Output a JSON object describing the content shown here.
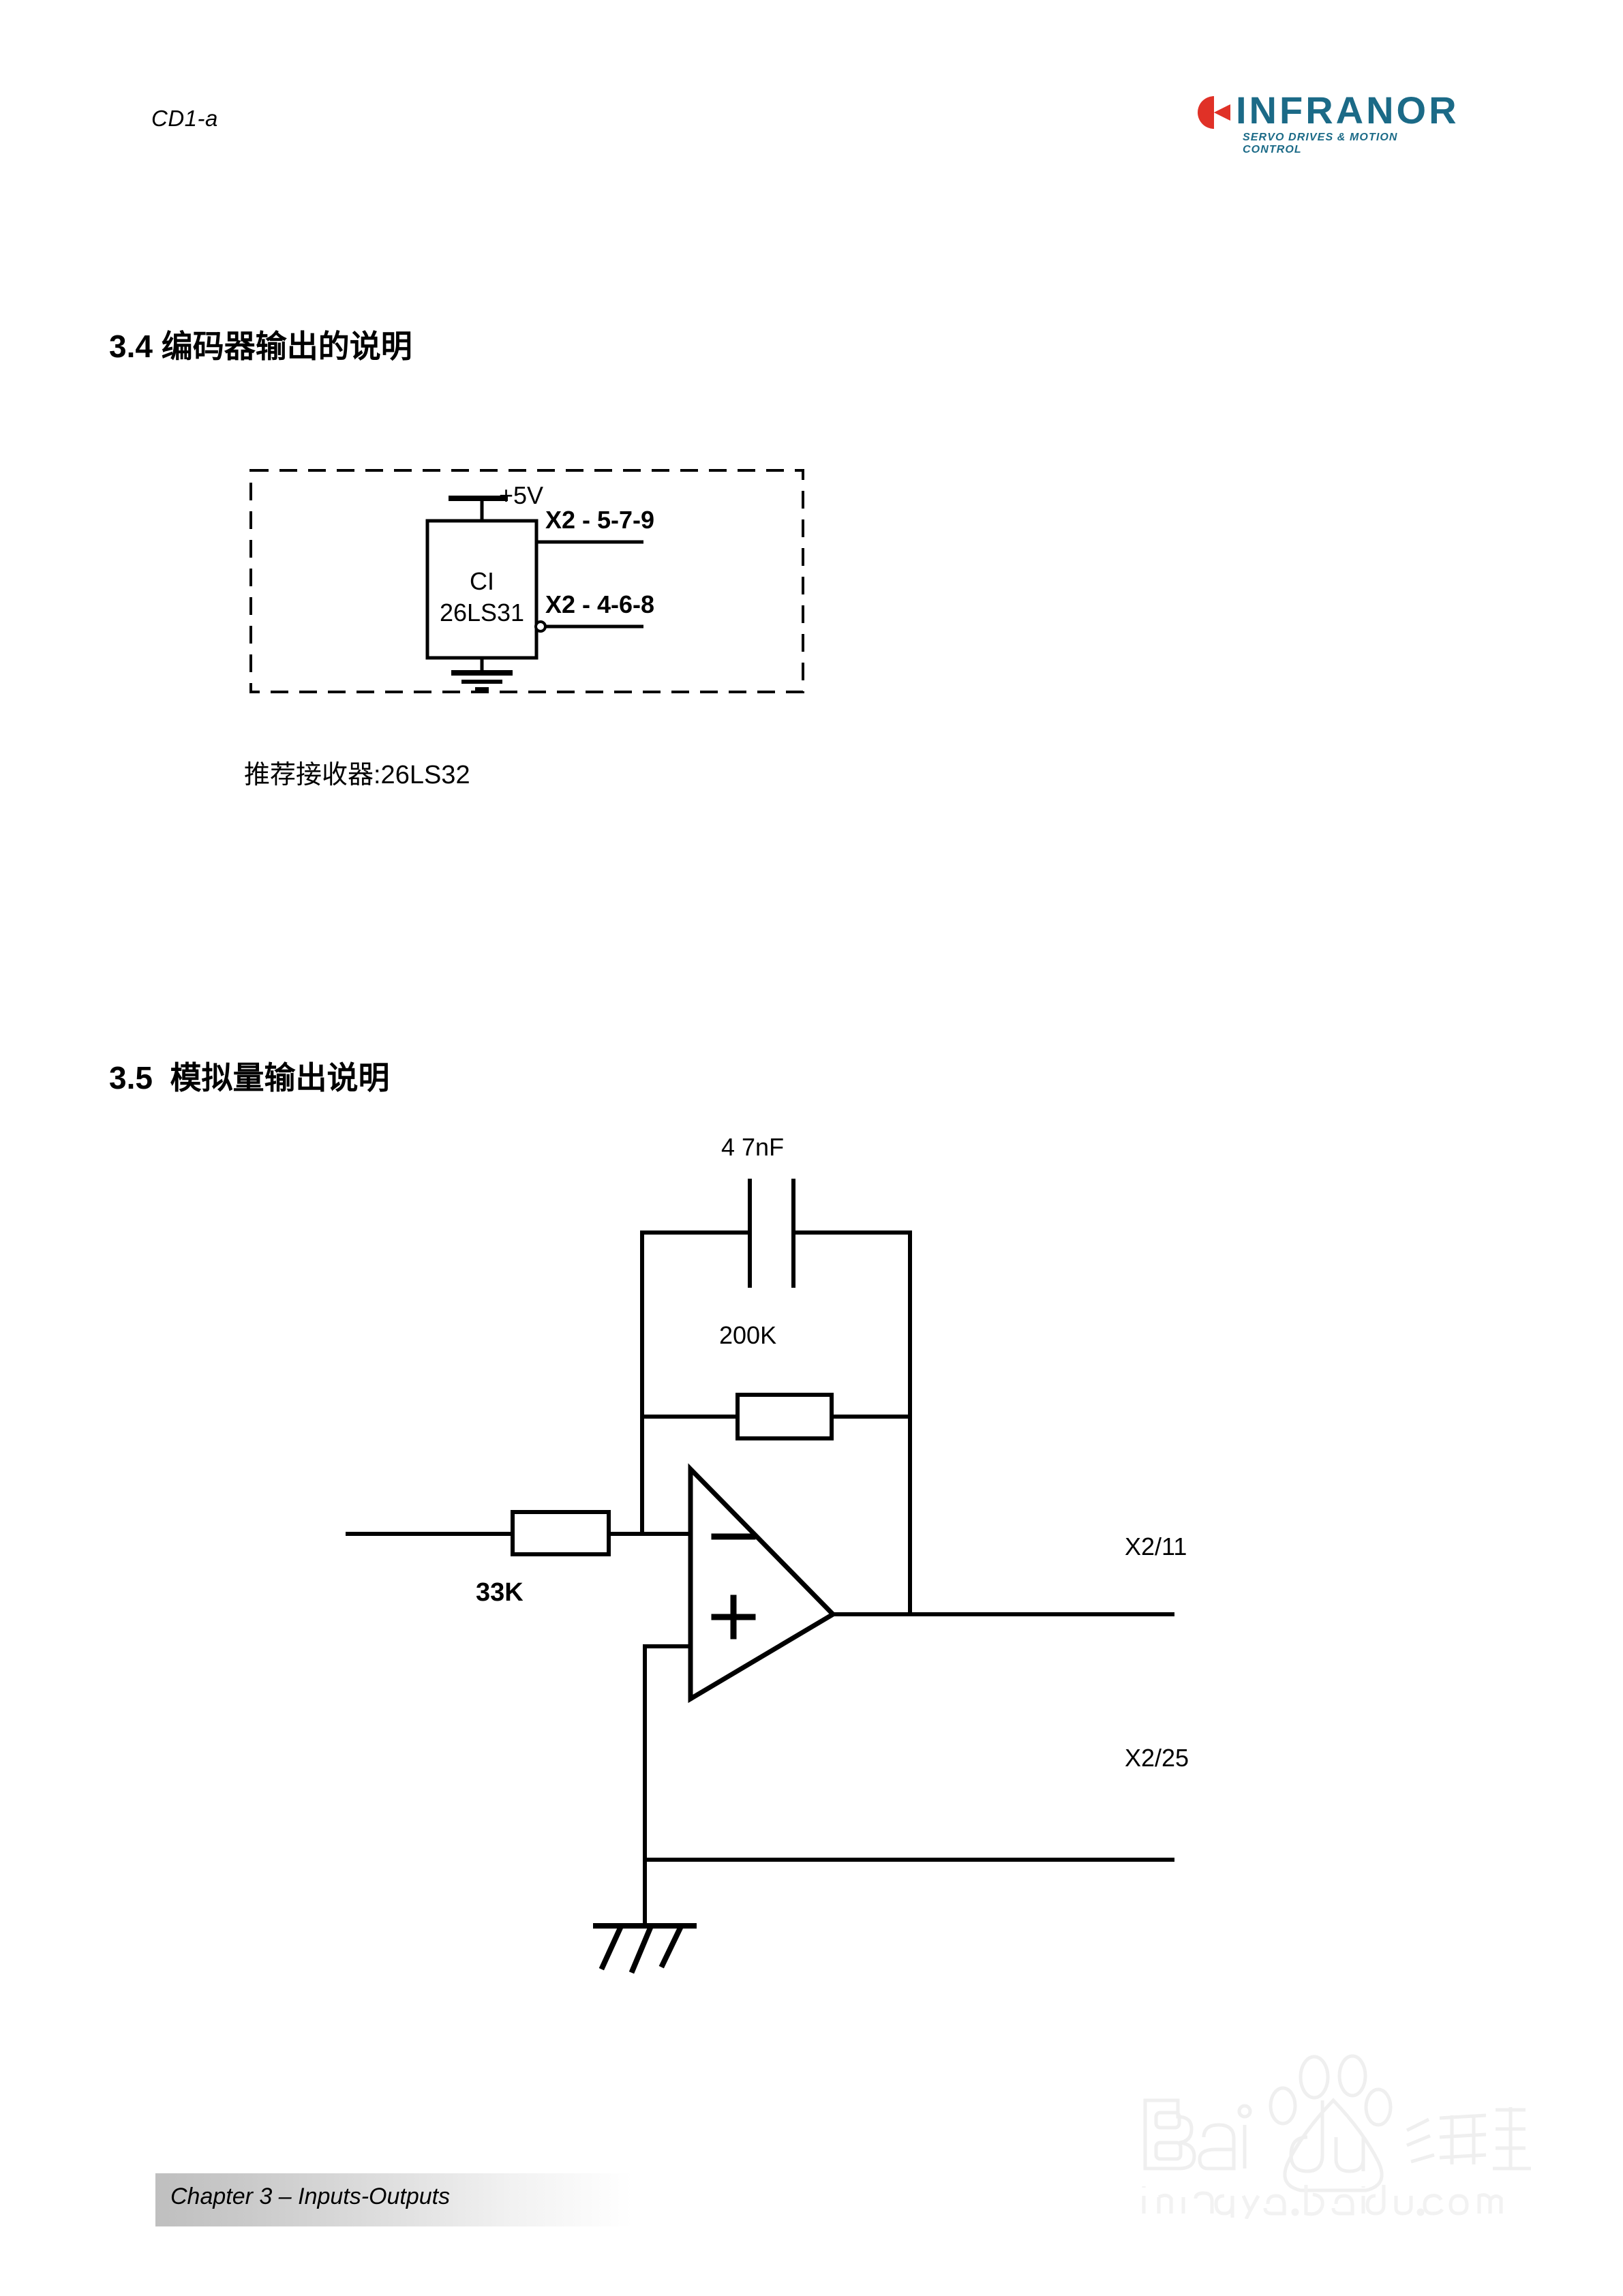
{
  "header": {
    "document_code": "CD1-a",
    "logo": {
      "wordmark": "INFRANOR",
      "tagline": "SERVO DRIVES & MOTION CONTROL",
      "mark_color_red": "#e03127",
      "text_color": "#1b6a87"
    }
  },
  "sections": [
    {
      "number": "3.4",
      "title": "编码器输出的说明",
      "heading_full": "3.4 编码器输出的说明"
    },
    {
      "number": "3.5",
      "title": "模拟量输出说明",
      "heading_full": "3.5  模拟量输出说明"
    }
  ],
  "encoder_diagram": {
    "supply_label": "+5V",
    "ic_line1": "CI",
    "ic_line2": "26LS31",
    "output_top": "X2 - 5-7-9",
    "output_bottom": "X2 - 4-6-8",
    "border_style": "dashed"
  },
  "encoder_note": "推荐接收器:26LS32",
  "analog_diagram": {
    "capacitor_label": "4 7nF",
    "feedback_resistor_label": "200K",
    "input_resistor_label": "33K",
    "opamp_inverting_symbol": "−",
    "opamp_noninverting_symbol": "+",
    "output_terminal": "X2/11",
    "ground_terminal": "X2/25"
  },
  "watermark": {
    "brand": "Baidu",
    "brand_cn": "经验",
    "url": "jingyan.baidu.com",
    "color": "#f0f0f0"
  },
  "footer": {
    "text": "Chapter 3 – Inputs-Outputs"
  }
}
